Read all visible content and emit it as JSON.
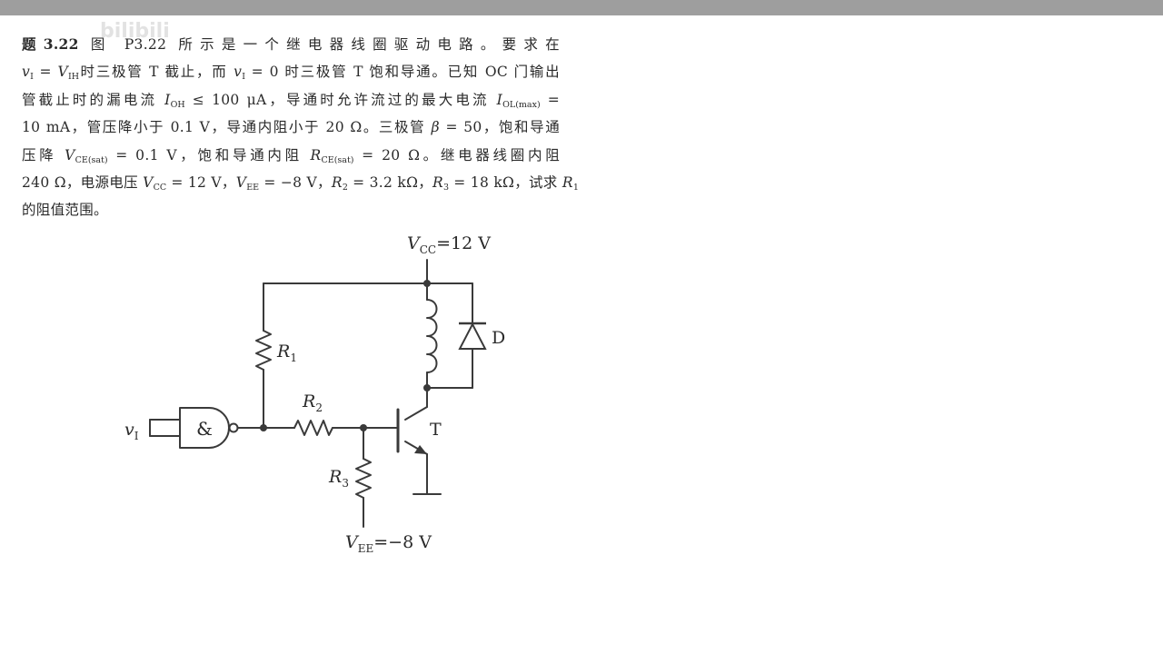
{
  "watermark": "bilibili",
  "problem": {
    "line1": {
      "id": "题3.22",
      "text": "图 P3.22 所示是一个继电器线圈驱动电路。要求在"
    },
    "line2": {
      "v1": "v",
      "v1_sub": "I",
      "eq1": " = ",
      "vih": "V",
      "vih_sub": "IH",
      "t1": "时三极管 T 截止，而 ",
      "v1b": "v",
      "v1b_sub": "I",
      "t2": " = 0 时三极管 T 饱和导通。已知 OC 门输出"
    },
    "line3": {
      "t1": "管截止时的漏电流 ",
      "ioh": "I",
      "ioh_sub": "OH",
      "t2": " ≤ 100 μA，导通时允许流过的最大电流 ",
      "iol": "I",
      "iol_sub": "OL(max)",
      "t3": " ="
    },
    "line4": {
      "t1": "10 mA，管压降小于 0.1 V，导通内阻小于 20 Ω。三极管 ",
      "beta": "β",
      "t2": " = 50，饱和导通"
    },
    "line5": {
      "t1": "压降 ",
      "vce": "V",
      "vce_sub": "CE(sat)",
      "t2": " = 0.1 V，饱和导通内阻 ",
      "rce": "R",
      "rce_sub": "CE(sat)",
      "t3": " = 20 Ω。继电器线圈内阻"
    },
    "line6": {
      "t1": "240 Ω，电源电压 ",
      "vcc": "V",
      "vcc_sub": "CC",
      "t2": " = 12 V，",
      "vee": "V",
      "vee_sub": "EE",
      "t3": " = −8 V，",
      "r2": "R",
      "r2_sub": "2",
      "t4": " = 3.2 kΩ，",
      "r3": "R",
      "r3_sub": "3",
      "t5": " = 18 kΩ，试求 ",
      "r1": "R",
      "r1_sub": "1"
    },
    "line7": {
      "t1": "的阻值范围。"
    }
  },
  "circuit": {
    "vcc_label": "V",
    "vcc_sub": "CC",
    "vcc_value": "=12 V",
    "vee_label": "V",
    "vee_sub": "EE",
    "vee_value": "=−8 V",
    "r1_label": "R",
    "r1_sub": "1",
    "r2_label": "R",
    "r2_sub": "2",
    "r3_label": "R",
    "r3_sub": "3",
    "diode_label": "D",
    "transistor_label": "T",
    "input_label": "v",
    "input_sub": "I",
    "gate_symbol": "&"
  }
}
